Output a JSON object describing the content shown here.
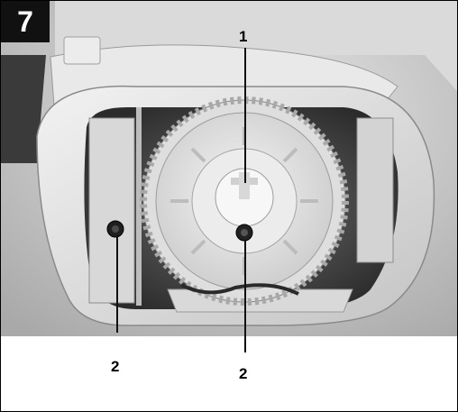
{
  "figure": {
    "number": "7"
  },
  "callouts": [
    {
      "text": "1"
    },
    {
      "text": "2"
    },
    {
      "text": "2"
    }
  ]
}
